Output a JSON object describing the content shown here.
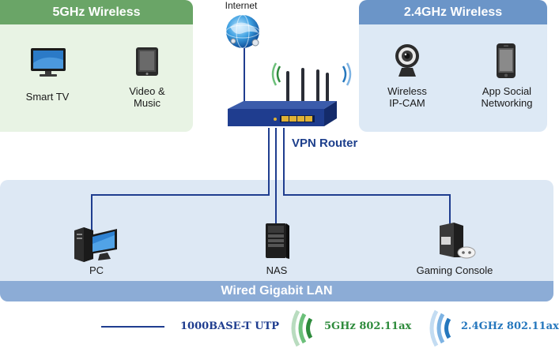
{
  "panels": {
    "five_ghz": {
      "title": "5GHz Wireless",
      "bg": "#e8f3e4",
      "header": "#6aa567"
    },
    "two_ghz": {
      "title": "2.4GHz Wireless",
      "bg": "#dde9f5",
      "header": "#6b95c8"
    },
    "lan": {
      "title": "Wired Gigabit LAN",
      "bg": "#dde8f4",
      "header": "#8cacd6"
    }
  },
  "internet": {
    "label": "Internet"
  },
  "router": {
    "label": "VPN Router",
    "color": "#1d3f8c"
  },
  "devices": {
    "smart_tv": {
      "label": "Smart TV"
    },
    "video_music": {
      "line1": "Video &",
      "line2": "Music"
    },
    "ip_cam": {
      "line1": "Wireless",
      "line2": "IP-CAM"
    },
    "app_social": {
      "line1": "App Social",
      "line2": "Networking"
    },
    "pc": {
      "label": "PC"
    },
    "nas": {
      "label": "NAS"
    },
    "gaming": {
      "label": "Gaming Console"
    }
  },
  "legend": {
    "utp": {
      "label": "1000BASE-T UTP",
      "color": "#1f3d8f"
    },
    "g5": {
      "label": "5GHz 802.11ax",
      "color": "#2e8b3c"
    },
    "g24": {
      "label": "2.4GHz 802.11ax",
      "color": "#2577bd"
    }
  }
}
